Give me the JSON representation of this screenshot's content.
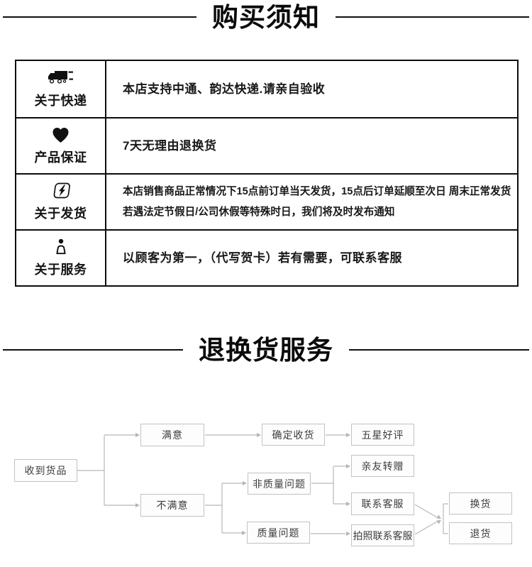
{
  "colors": {
    "ink": "#0d0d0d",
    "flow_border": "#c2c2c2",
    "flow_line": "#b8b8b8",
    "flow_text": "#3d3d3d"
  },
  "sections": {
    "notice_title": "购买须知",
    "returns_title": "退换货服务"
  },
  "notice_table": {
    "rows": [
      {
        "icon": "truck-icon",
        "label": "关于快递",
        "lines": [
          "本店支持中通、韵达快递.请亲自验收"
        ]
      },
      {
        "icon": "heart-icon",
        "label": "产品保证",
        "lines": [
          "7天无理由退换货"
        ]
      },
      {
        "icon": "lightning-icon",
        "label": "关于发货",
        "lines": [
          "本店销售商品正常情况下15点前订单当天发货，15点后订单延顺至次日 周末正常发货",
          "若遇法定节假日/公司休假等特殊时日，我们将及时发布通知"
        ]
      },
      {
        "icon": "person-icon",
        "label": "关于服务",
        "lines": [
          "以顾客为第一，（代写贺卡）若有需要，可联系客服"
        ]
      }
    ]
  },
  "flowchart": {
    "nodes": {
      "received": "收到货品",
      "satisfied": "满意",
      "unsatisfied": "不满意",
      "confirm": "确定收货",
      "five_star": "五星好评",
      "non_quality": "非质量问题",
      "gift": "亲友转赠",
      "contact": "联系客服",
      "quality": "质量问题",
      "photo_contact": "拍照联系客服",
      "exchange": "换货",
      "refund": "退货"
    }
  }
}
